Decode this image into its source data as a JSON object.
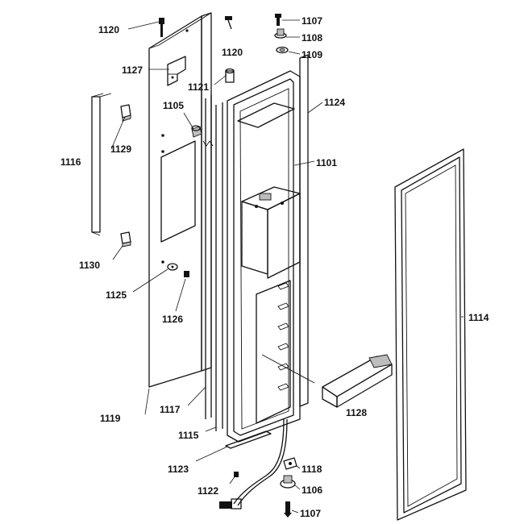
{
  "diagram": {
    "labels": {
      "p1120a": "1120",
      "p1120b": "1120",
      "p1127": "1127",
      "p1121": "1121",
      "p1105": "1105",
      "p1116": "1116",
      "p1129": "1129",
      "p1130": "1130",
      "p1125": "1125",
      "p1126": "1126",
      "p1119": "1119",
      "p1117": "1117",
      "p1115": "1115",
      "p1123": "1123",
      "p1122": "1122",
      "p1107a": "1107",
      "p1108": "1108",
      "p1109": "1109",
      "p1124": "1124",
      "p1101": "1101",
      "p1114": "1114",
      "p1128": "1128",
      "p1118": "1118",
      "p1106": "1106",
      "p1107b": "1107"
    }
  }
}
